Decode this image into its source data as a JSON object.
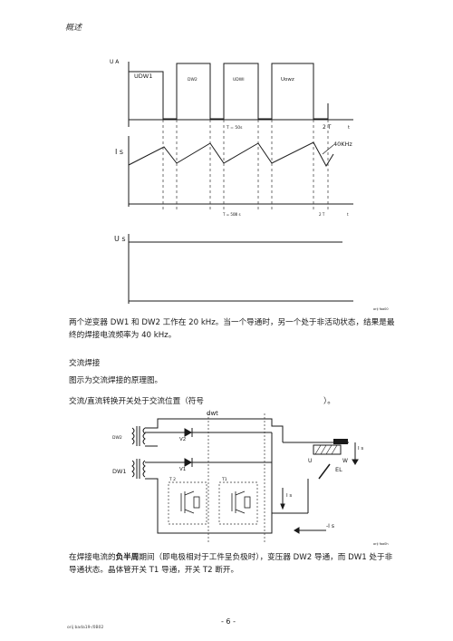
{
  "header": {
    "title": "概述"
  },
  "figure1": {
    "ua_label": "U A",
    "udw1_label": "UDW1",
    "dw2_label": "DW2",
    "udw1_b_label": "UDWI",
    "udw2_label": "Uowz",
    "period_label_top": "T = 50s",
    "two_t_top": "2 T",
    "t_top": "t",
    "is_label": "I s",
    "freq_label": "40KHz",
    "period_label_mid": "T = 50Ⅲ s",
    "two_t_mid": "2 T",
    "t_mid": "t",
    "us_label": "U s",
    "figure_id": "orij faa00"
  },
  "text": {
    "p1": "两个逆变器 DW1 和 DW2 工作在 20 kHz。当一个导通时，另一个处于非活动状态，结果是最终的焊接电流频率为 40 kHz。",
    "section_heading": "交流焊接",
    "p2": "图示为交流焊接的原理图。",
    "p3": "交流/直流转换开关处于交流位置（符号",
    "p3_end": "）。"
  },
  "figure2": {
    "dwt_label": "dwt",
    "dw2_label": "DW2",
    "dw1_label": "DW1",
    "v2_label": "V2",
    "v1_label": "V1",
    "t2_label": "T 2",
    "t1_label": "T1",
    "w_label": "W",
    "is_right_label": "I s",
    "u_label": "U",
    "el_label": "EL",
    "is_mid_label": "I s",
    "is_bottom_label": "-I s",
    "figure_id": "orij faa0h"
  },
  "p4": {
    "before": "在焊接电流的",
    "bold": "负半周",
    "after": "期间（即电极相对于工件呈负极时），变压器 DW2 导通，而 DW1 处于非导通状态。晶体管开关 T1 导通，开关 T2 断开。"
  },
  "footer": {
    "page_number": "- 6 -",
    "doc_id": "orij bada19-/0B02"
  }
}
